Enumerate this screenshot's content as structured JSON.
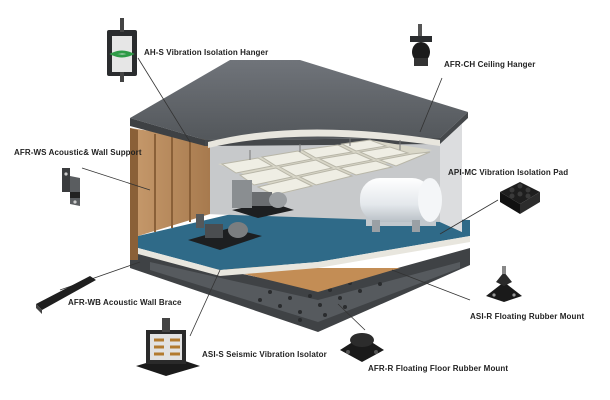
{
  "labels": {
    "ah_s": "AH-S  Vibration Isolation Hanger",
    "afr_ch": "AFR-CH Ceiling Hanger",
    "afr_ws": "AFR-WS Acoustic& Wall Support",
    "api_mc": "API-MC Vibration Isolation Pad",
    "afr_wb": "AFR-WB Acoustic Wall Brace",
    "asi_r": "ASI-R Floating Rubber Mount",
    "asi_s": "ASI-S Seismic Vibration Isolator",
    "afr_r": "AFR-R Floating Floor Rubber Mount"
  },
  "icons": {
    "ah_s": "spring-hanger-icon",
    "afr_ch": "ceiling-hanger-icon",
    "afr_ws": "wall-bracket-icon",
    "api_mc": "isolation-pad-icon",
    "afr_wb": "wall-brace-icon",
    "asi_r": "rubber-mount-icon",
    "asi_s": "seismic-isolator-icon",
    "afr_r": "floor-rubber-mount-icon"
  },
  "colors": {
    "roof": "#5f6366",
    "floor": "#2f6a88",
    "wall_wood": "#b98c5f",
    "ceiling_grid": "#e9e8dc",
    "tank": "#eceff2",
    "leader": "#333333"
  }
}
